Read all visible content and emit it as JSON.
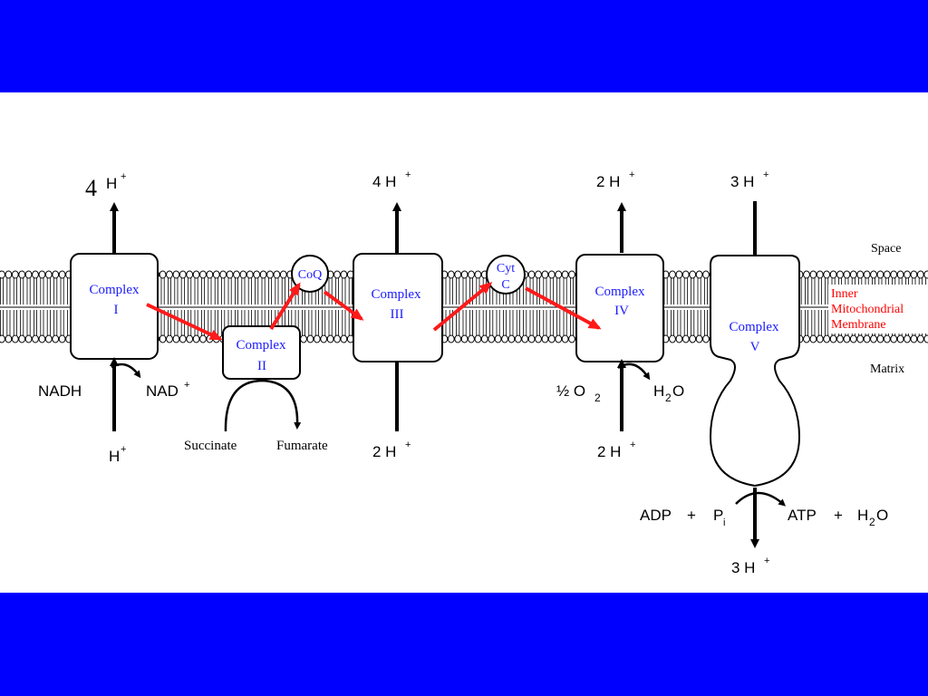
{
  "colors": {
    "background": "#0000ff",
    "panel": "#ffffff",
    "complex_label": "#1a1aff",
    "electron_arrow": "#ff1a1a",
    "membrane_label": "#ff0000",
    "ink": "#000000"
  },
  "region_labels": {
    "space": "Space",
    "membrane_line1": "Inner",
    "membrane_line2": "Mitochondrial",
    "membrane_line3": "Membrane",
    "matrix": "Matrix"
  },
  "complexes": {
    "c1": {
      "line1": "Complex",
      "line2": "I"
    },
    "c2": {
      "line1": "Complex",
      "line2": "II"
    },
    "c3": {
      "line1": "Complex",
      "line2": "III"
    },
    "c4": {
      "line1": "Complex",
      "line2": "IV"
    },
    "c5": {
      "line1": "Complex",
      "line2": "V"
    }
  },
  "carriers": {
    "coq": "CoQ",
    "cytc_line1": "Cyt",
    "cytc_line2": "C"
  },
  "protons": {
    "c1_out_count": "4",
    "c1_in": "H",
    "c3_out": "4 H",
    "c3_in": "2 H",
    "c4_out": "2 H",
    "c4_in": "2 H",
    "c5_out": "3 H",
    "c5_in": "3 H",
    "h": "H",
    "charge": "+"
  },
  "reactions": {
    "nadh": "NADH",
    "nad": "NAD",
    "nad_charge": "+",
    "succinate": "Succinate",
    "fumarate": "Fumarate",
    "half_o2": "½ O",
    "o2_sub": "2",
    "h2o_h": "H",
    "h2o_sub": "2",
    "h2o_o": "O",
    "adp": "ADP",
    "plus": "+",
    "p": "P",
    "p_sub": "i",
    "atp": "ATP"
  }
}
